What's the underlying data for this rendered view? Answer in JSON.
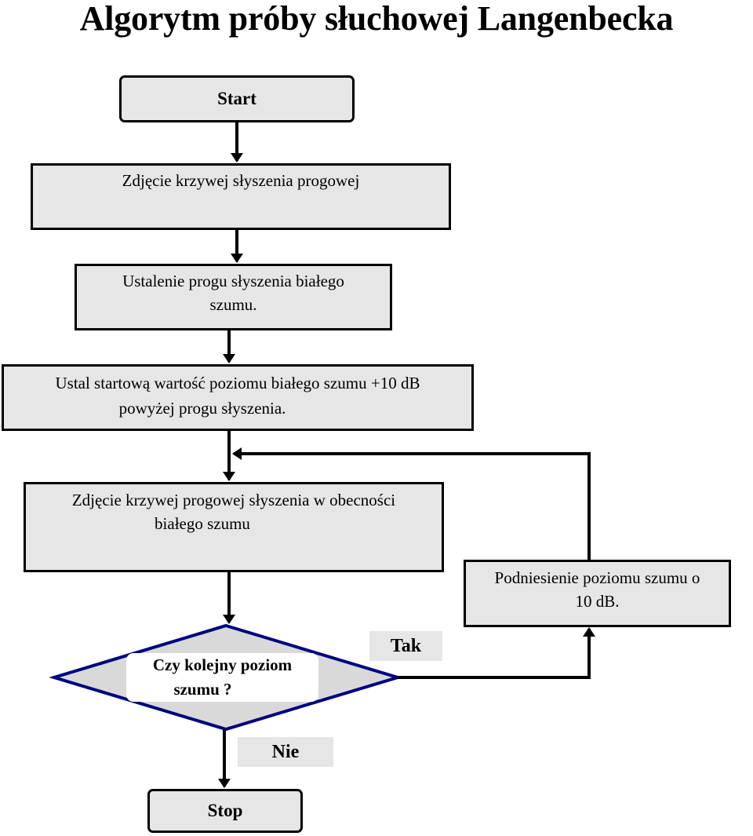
{
  "title": "Algorytm próby słuchowej Langenbecka",
  "nodes": {
    "start": "Start",
    "step1": "Zdjęcie krzywej słyszenia progowej",
    "step2_line1": "Ustalenie progu słyszenia białego",
    "step2_line2": "szumu.",
    "step3_line1": "Ustal startową wartość poziomu białego szumu +10 dB",
    "step3_line2": "powyżej progu słyszenia.",
    "step4_line1": "Zdjęcie krzywej progowej słyszenia w obecności",
    "step4_line2": "białego szumu",
    "decision_line1": "Czy kolejny poziom",
    "decision_line2": "szumu ?",
    "raise_line1": "Podniesienie poziomu szumu o",
    "raise_line2": "10 dB.",
    "stop": "Stop"
  },
  "edge_labels": {
    "yes": "Tak",
    "no": "Nie"
  },
  "colors": {
    "box_fill": "#e6e6e6",
    "diamond_fill": "#d9d9d9",
    "diamond_border": "#000080",
    "stroke": "#000000"
  }
}
